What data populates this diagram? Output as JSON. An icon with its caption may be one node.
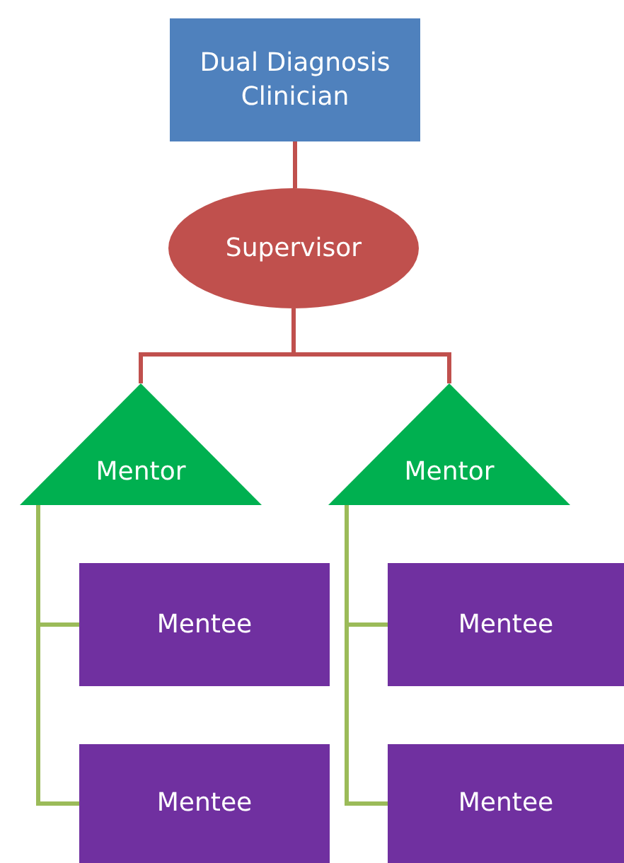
{
  "diagram": {
    "nodes": [
      {
        "text": [
          "Dual Diagnosis Clinician"
        ]
      },
      {
        "text": [
          "Supervisor"
        ]
      },
      {
        "text": [
          "Mentor"
        ]
      },
      {
        "text": [
          "Mentor"
        ]
      },
      {
        "text": [
          "Mentee"
        ]
      },
      {
        "text": [
          "Mentee"
        ]
      },
      {
        "text": [
          "Mentee"
        ]
      },
      {
        "text": [
          "Mentee"
        ]
      }
    ],
    "edges": [
      {
        "from": 0,
        "to": 1,
        "arrow": "none",
        "color": "#c0504d"
      },
      {
        "from": 1,
        "to": 2,
        "arrow": "none",
        "color": "#c0504d"
      },
      {
        "from": 1,
        "to": 3,
        "arrow": "none",
        "color": "#c0504d"
      },
      {
        "from": 2,
        "to": 4,
        "arrow": "none"
      },
      {
        "from": 2,
        "to": 5,
        "arrow": "none"
      },
      {
        "from": 3,
        "to": 6,
        "arrow": "none"
      },
      {
        "from": 3,
        "to": 7,
        "arrow": "none"
      }
    ]
  }
}
